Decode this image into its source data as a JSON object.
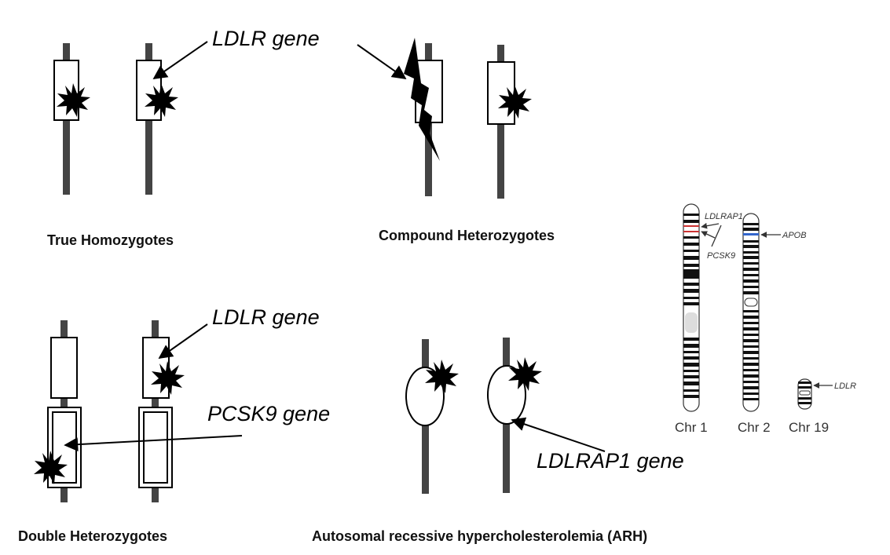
{
  "panels": {
    "true_homozygotes": {
      "caption": "True Homozygotes",
      "gene_label": "LDLR  gene"
    },
    "compound_heterozygotes": {
      "caption": "Compound Heterozygotes"
    },
    "double_heterozygotes": {
      "caption": "Double Heterozygotes",
      "gene_label_top": "LDLR  gene",
      "gene_label_bottom": "PCSK9 gene"
    },
    "arh": {
      "caption": "Autosomal recessive hypercholesterolemia (ARH)",
      "gene_label": "LDLRAP1 gene"
    }
  },
  "ideogram": {
    "chromosomes": [
      "Chr 1",
      "Chr 2",
      "Chr 19"
    ],
    "loci": [
      "LDLRAP1",
      "PCSK9",
      "APOB",
      "LDLR"
    ]
  },
  "colors": {
    "bar": "#444444",
    "ink": "#000000",
    "highlight_red": "#cc3333",
    "highlight_blue": "#3366cc"
  },
  "icons": [
    "mutation-star-icon",
    "lightning-bolt-icon"
  ]
}
